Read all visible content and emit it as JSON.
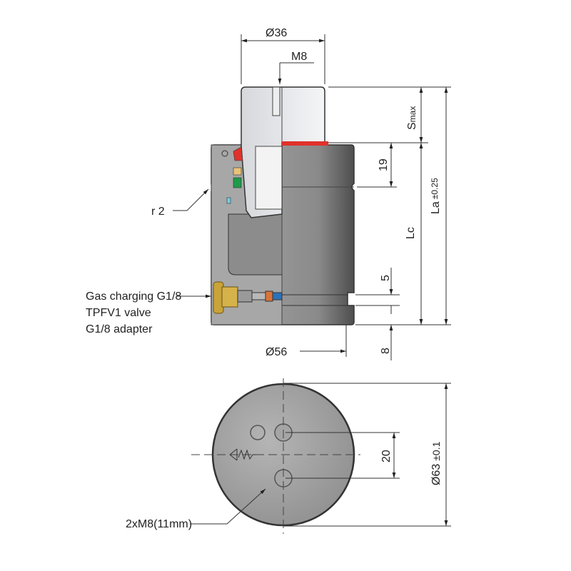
{
  "top_view": {
    "dim_rod_diameter": "Ø36",
    "dim_thread": "M8",
    "dim_stroke": "S",
    "dim_stroke_sub": "max",
    "dim_19": "19",
    "dim_lc": "Lc",
    "dim_la": "La",
    "dim_la_tol": "±0.25",
    "dim_5": "5",
    "dim_8": "8",
    "dim_body_diameter": "Ø56",
    "dim_radius": "r 2",
    "gas_label_lines": [
      "Gas charging G1/8",
      "TPFV1 valve",
      "G1/8 adapter"
    ]
  },
  "bottom_view": {
    "dim_20": "20",
    "dim_diameter": "Ø63",
    "dim_diameter_tol": "±0.1",
    "holes_label": "2xM8(11mm)"
  },
  "colors": {
    "seal_red": "#e0322b",
    "seal_green": "#1f9a4a",
    "seal_tan": "#e8c27a",
    "brass": "#c9a43a",
    "body_gray": "#8a8a8a"
  }
}
